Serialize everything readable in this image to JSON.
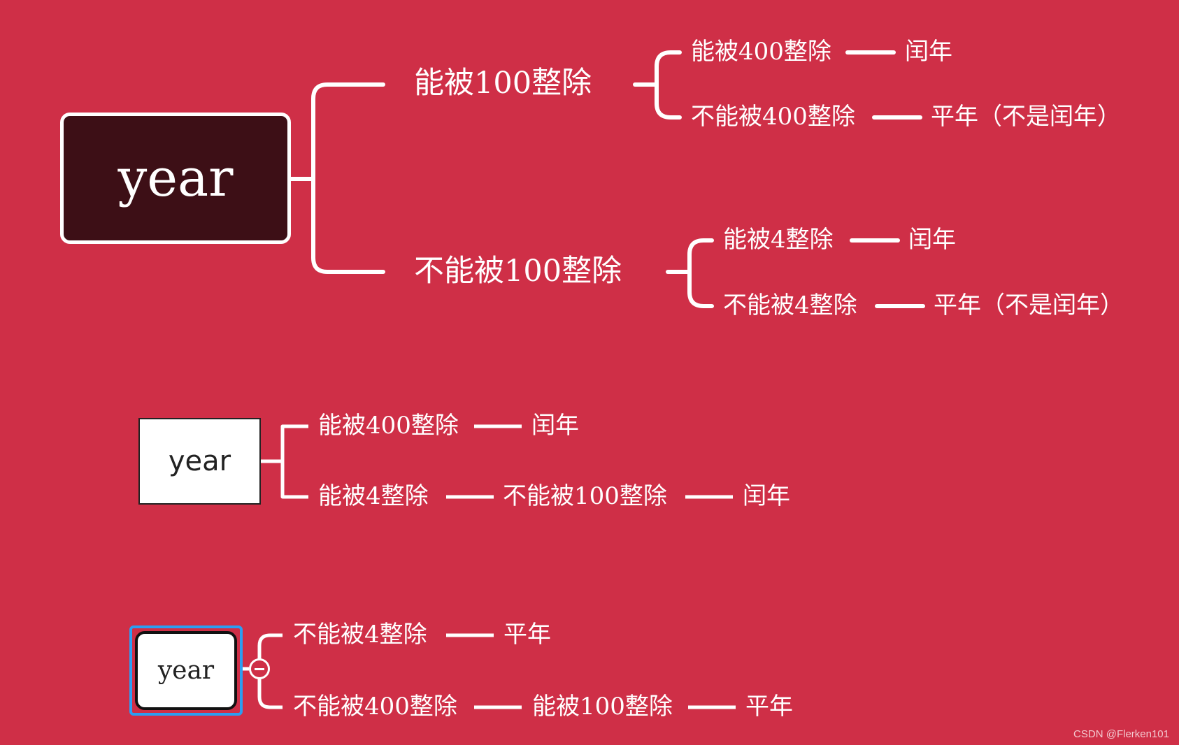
{
  "map1": {
    "root": "year",
    "branch_a": {
      "label": "能被100整除",
      "child_1": {
        "label": "能被400整除",
        "result": "闰年"
      },
      "child_2": {
        "label": "不能被400整除",
        "result": "平年（不是闰年）"
      }
    },
    "branch_b": {
      "label": "不能被100整除",
      "child_1": {
        "label": "能被4整除",
        "result": "闰年"
      },
      "child_2": {
        "label": "不能被4整除",
        "result": "平年（不是闰年）"
      }
    }
  },
  "map2": {
    "root": "year",
    "branch_1": {
      "label": "能被400整除",
      "result": "闰年"
    },
    "branch_2": {
      "label": "能被4整除",
      "next": "不能被100整除",
      "result": "闰年"
    }
  },
  "map3": {
    "root": "year",
    "branch_1": {
      "label": "不能被4整除",
      "result": "平年"
    },
    "branch_2": {
      "label": "不能被400整除",
      "next": "能被100整除",
      "result": "平年"
    }
  },
  "watermark": "CSDN @Flerken101",
  "colors": {
    "background": "#cf2f47",
    "root1_fill": "#3d0f16",
    "line": "#ffffff",
    "selection": "#2b9ef2"
  }
}
